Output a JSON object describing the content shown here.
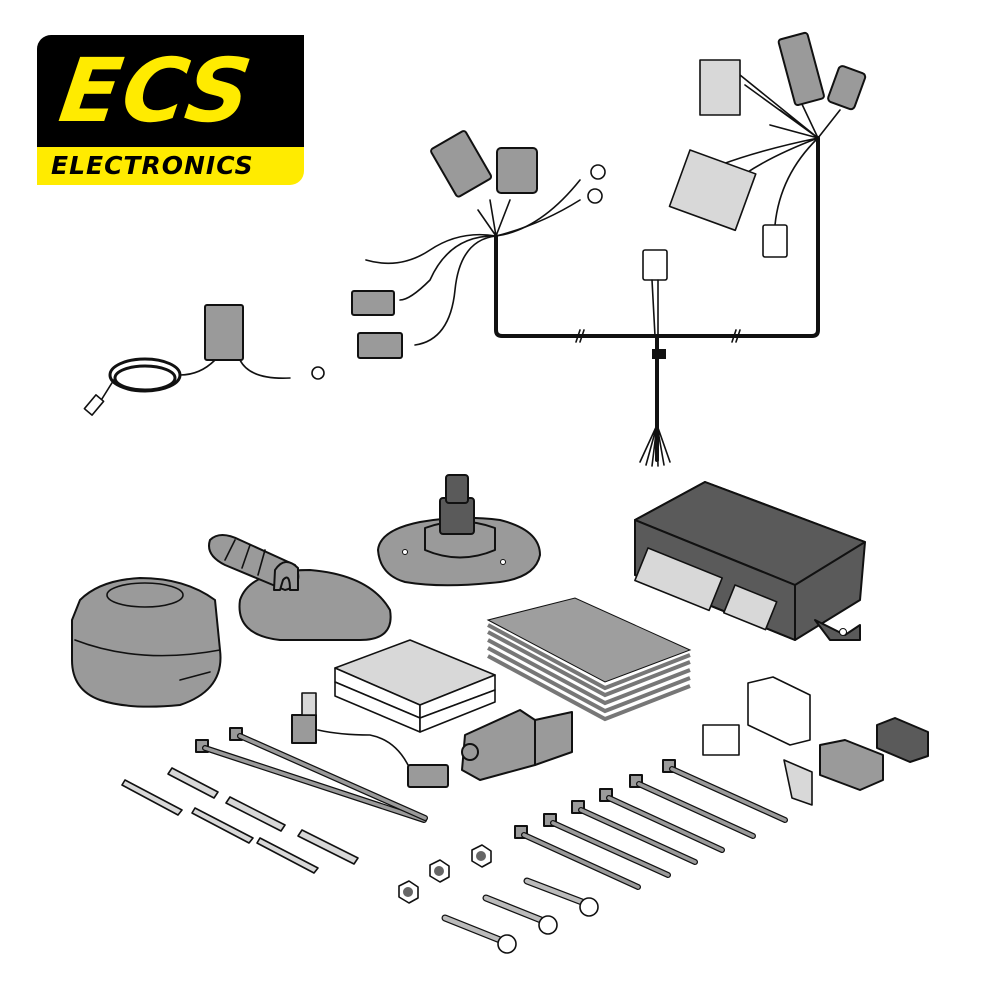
{
  "logo": {
    "brand": "ECS",
    "subtitle": "ELECTRONICS",
    "colors": {
      "background": "#000000",
      "accent": "#ffeb00"
    }
  },
  "kit_components": [
    {
      "name": "vehicle-wiring-harness",
      "count": 1
    },
    {
      "name": "earth-lead-with-connector",
      "count": 1
    },
    {
      "name": "13-pin-towbar-socket",
      "count": 1
    },
    {
      "name": "socket-rubber-seal",
      "count": 1
    },
    {
      "name": "socket-mounting-plate",
      "count": 1
    },
    {
      "name": "control-module",
      "count": 1
    },
    {
      "name": "adhesive-pads",
      "count": 2
    },
    {
      "name": "foam-insulation-pads",
      "count": 5
    },
    {
      "name": "relay-with-lead",
      "count": 1
    },
    {
      "name": "fuse-holder",
      "count": 1
    },
    {
      "name": "cable-ties",
      "count": 8
    },
    {
      "name": "crimp-terminals",
      "count": 6
    },
    {
      "name": "nuts",
      "count": 3
    },
    {
      "name": "bolts",
      "count": 3
    },
    {
      "name": "small-connectors",
      "count": 5
    }
  ],
  "colors": {
    "line": "#111111",
    "part_gray": "#9a9a9a",
    "part_dark": "#5a5a5a",
    "part_light": "#d8d8d8"
  }
}
